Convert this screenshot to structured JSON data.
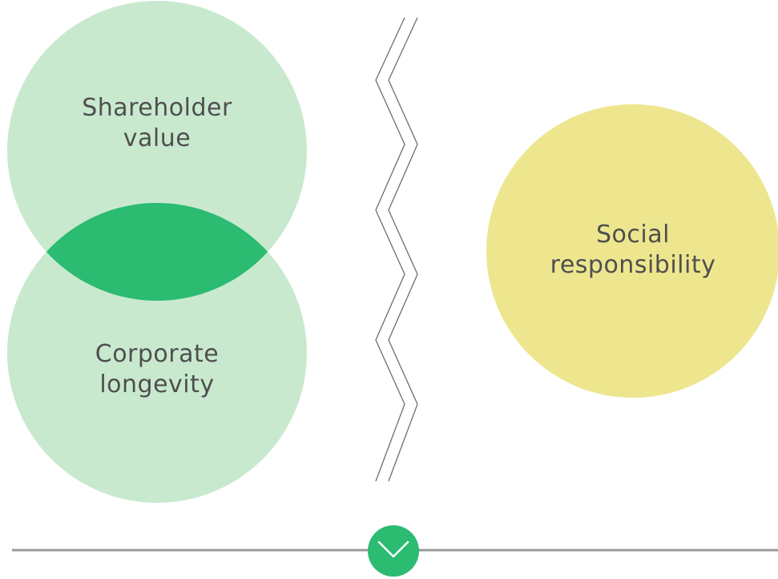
{
  "colors": {
    "circle_light_green": "#c9e9cf",
    "overlap_green": "#2bbb71",
    "circle_yellow": "#ede68e",
    "text": "#4f4f4f",
    "divider": "#9a9a9a",
    "zigzag": "#6e6e6e",
    "chevron_badge": "#2bbb71"
  },
  "circles": {
    "shareholder_value": {
      "line1": "Shareholder",
      "line2": "value"
    },
    "corporate_longevity": {
      "line1": "Corporate",
      "line2": "longevity"
    },
    "social_responsibility": {
      "line1": "Social",
      "line2": "responsibility"
    }
  },
  "icons": {
    "separator": "zigzag-separator",
    "down": "chevron-down-icon"
  }
}
